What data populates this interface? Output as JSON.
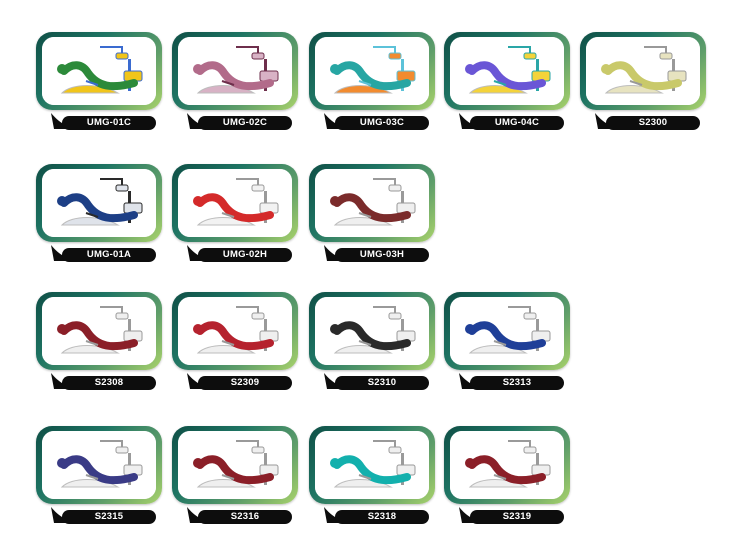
{
  "products": [
    {
      "model": "UMG-01C",
      "palette": {
        "chair": "#2c8a3a",
        "accent": "#f1c51a",
        "extra": "#3a6bd0"
      }
    },
    {
      "model": "UMG-02C",
      "palette": {
        "chair": "#b26b8a",
        "accent": "#d8b2c5",
        "extra": "#6e2f4c"
      }
    },
    {
      "model": "UMG-03C",
      "palette": {
        "chair": "#27a6a3",
        "accent": "#f28b2f",
        "extra": "#5cc2d9"
      }
    },
    {
      "model": "UMG-04C",
      "palette": {
        "chair": "#6a56d6",
        "accent": "#f4d33a",
        "extra": "#2aa6a7"
      }
    },
    {
      "model": "S2300",
      "palette": {
        "chair": "#c9c96a",
        "accent": "#e7e3c0",
        "extra": "#999999"
      }
    },
    {
      "model": "UMG-01A",
      "palette": {
        "chair": "#1d3f86",
        "accent": "#dfe3ea",
        "extra": "#2a2a2a"
      }
    },
    {
      "model": "UMG-02H",
      "palette": {
        "chair": "#d42a2a",
        "accent": "#f2f2f2",
        "extra": "#9a9a9a"
      }
    },
    {
      "model": "UMG-03H",
      "palette": {
        "chair": "#7b2b2b",
        "accent": "#efefef",
        "extra": "#9a9a9a"
      }
    },
    {
      "model": "S2308",
      "palette": {
        "chair": "#8b1f28",
        "accent": "#efefef",
        "extra": "#9a9a9a"
      }
    },
    {
      "model": "S2309",
      "palette": {
        "chair": "#b5222e",
        "accent": "#efefef",
        "extra": "#9a9a9a"
      }
    },
    {
      "model": "S2310",
      "palette": {
        "chair": "#2a2a2a",
        "accent": "#efefef",
        "extra": "#9a9a9a"
      }
    },
    {
      "model": "S2313",
      "palette": {
        "chair": "#1f3f98",
        "accent": "#efefef",
        "extra": "#9a9a9a"
      }
    },
    {
      "model": "S2315",
      "palette": {
        "chair": "#3a3b86",
        "accent": "#efefef",
        "extra": "#9a9a9a"
      }
    },
    {
      "model": "S2316",
      "palette": {
        "chair": "#8b1f28",
        "accent": "#efefef",
        "extra": "#9a9a9a"
      }
    },
    {
      "model": "S2318",
      "palette": {
        "chair": "#13b0ad",
        "accent": "#efefef",
        "extra": "#9a9a9a"
      }
    },
    {
      "model": "S2319",
      "palette": {
        "chair": "#8b1f28",
        "accent": "#efefef",
        "extra": "#9a9a9a"
      }
    }
  ]
}
